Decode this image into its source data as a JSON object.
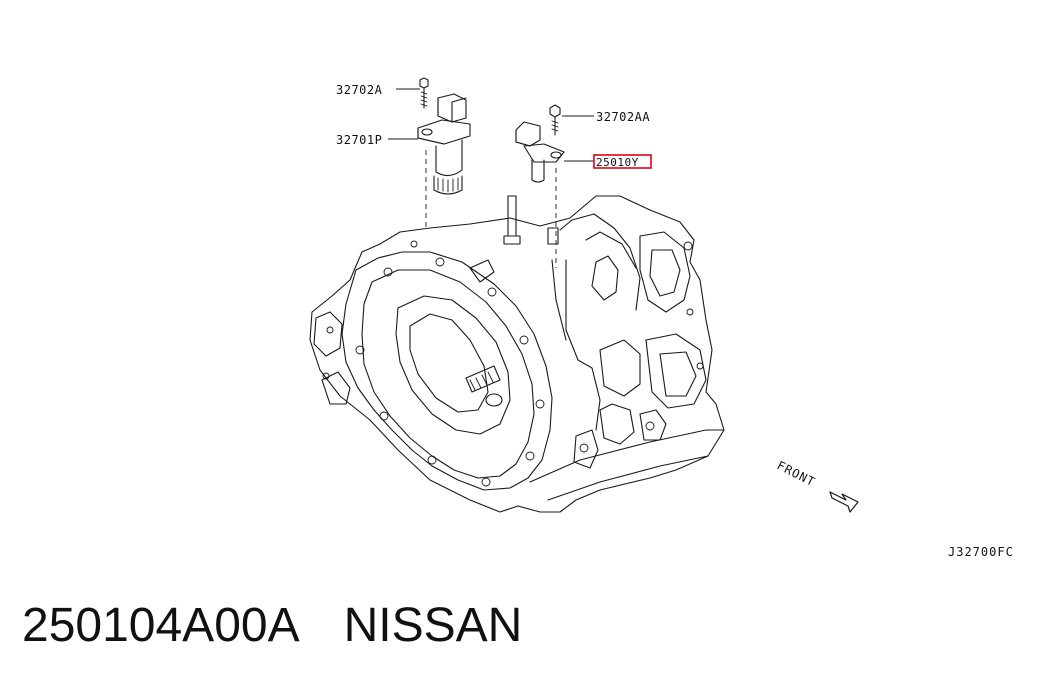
{
  "diagram": {
    "labels": {
      "bolt_upper_left": "32702A",
      "sensor_left": "32701P",
      "bolt_upper_right": "32702AA",
      "sensor_right": "25010Y"
    },
    "reference_code": "J32700FC",
    "front_indicator": "FRONT",
    "highlight_color": "#e0001b"
  },
  "footer": {
    "part_number": "250104A00A",
    "brand": "NISSAN"
  }
}
